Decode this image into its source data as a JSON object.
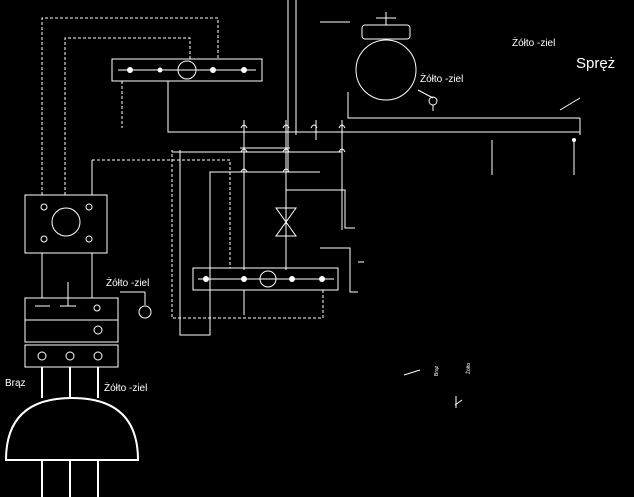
{
  "labels": {
    "zolto_ziel_top": "Żółto -ziel",
    "sprez": "Spręż",
    "zolto_ziel_motor": "Żółto -ziel",
    "zolto_ziel_terminal": "Żółto -ziel",
    "braz": "Brąz",
    "zolto_ziel_bottom": "Żółto -ziel",
    "braz_small": "Brąz",
    "zolto_small": "Żółto"
  }
}
